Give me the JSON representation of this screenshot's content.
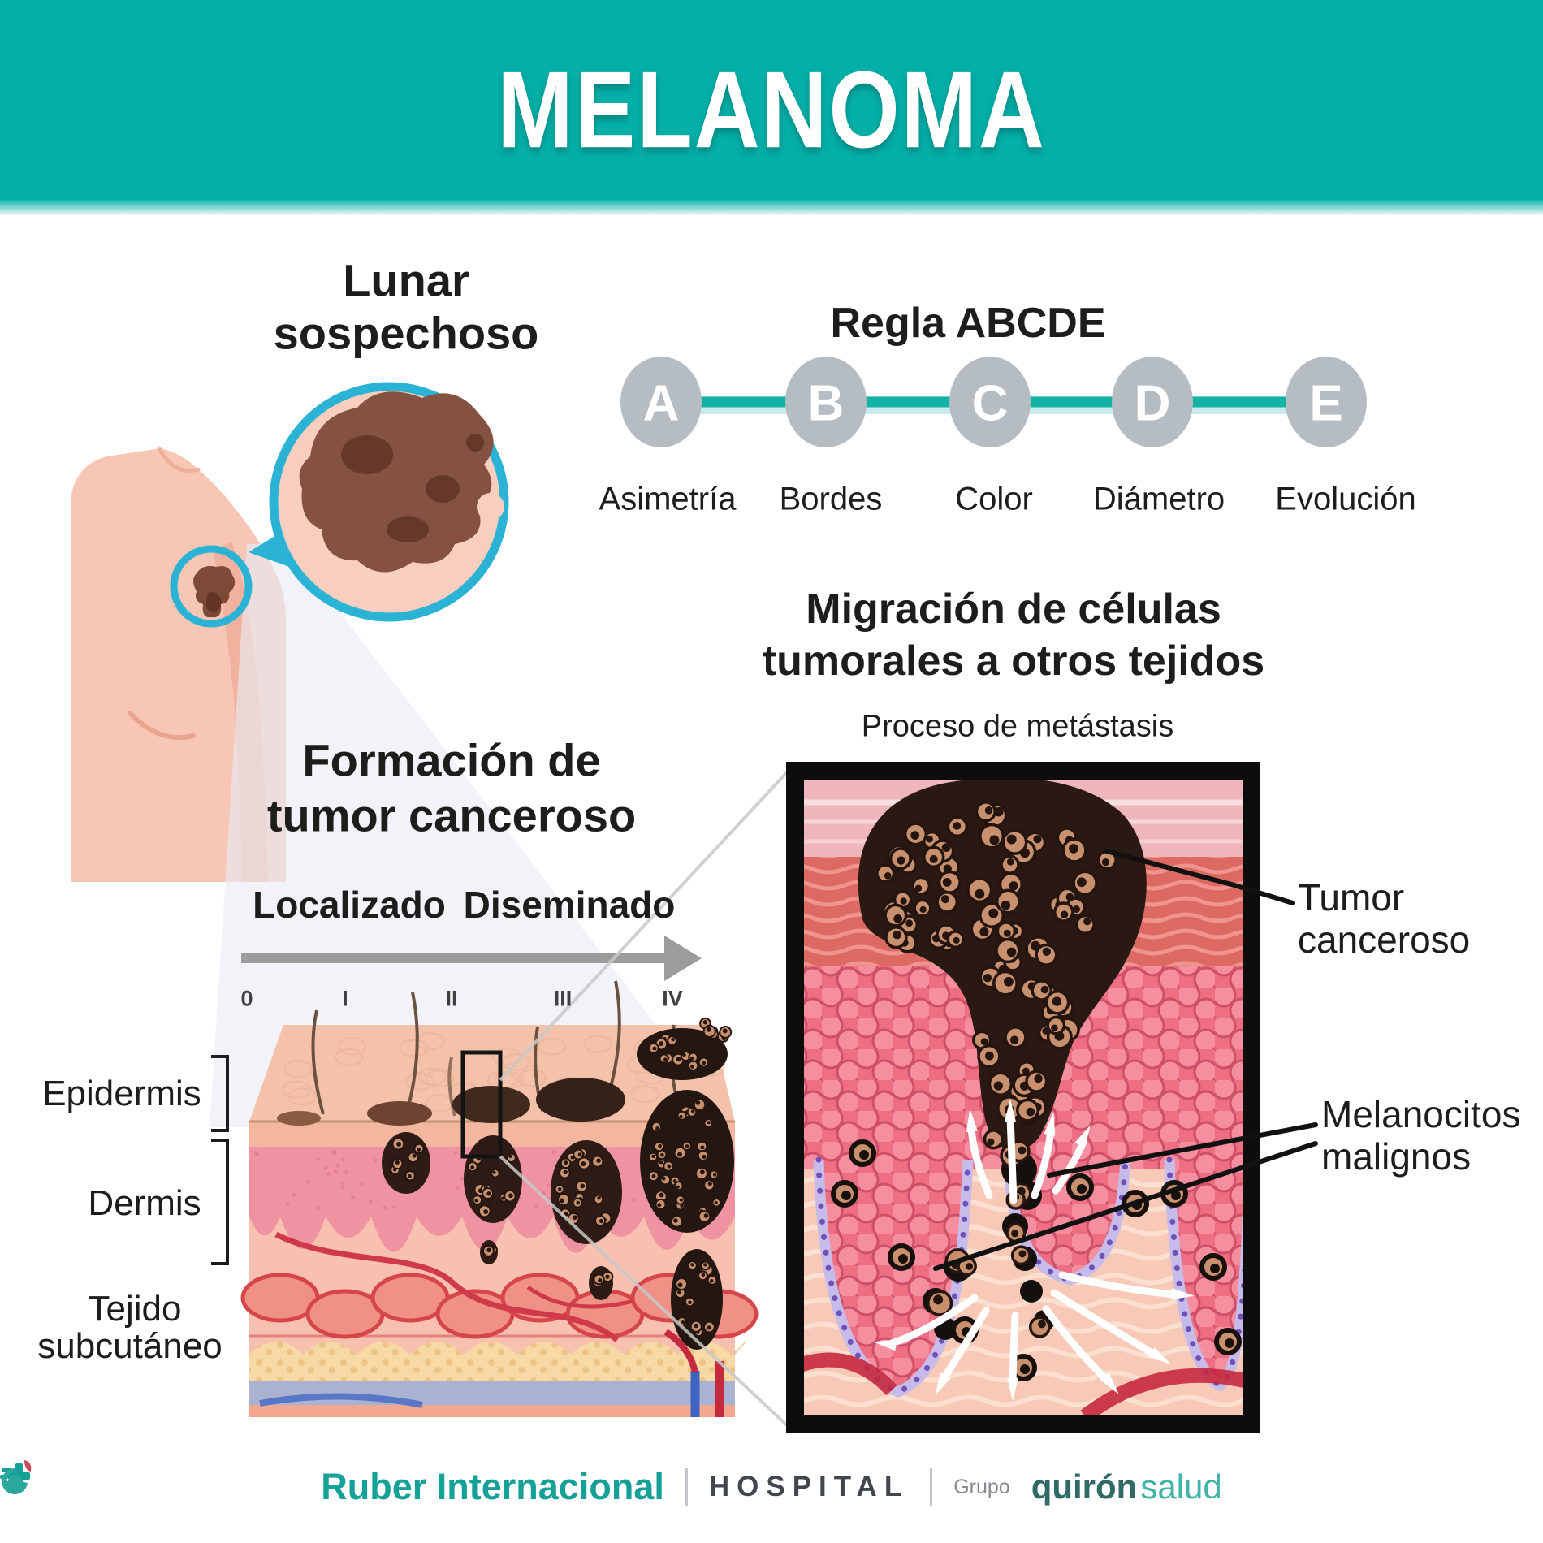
{
  "title": "MELANOMA",
  "lunar": {
    "line1": "Lunar",
    "line2": "sospechoso"
  },
  "abcde": {
    "title": "Regla ABCDE",
    "items": [
      {
        "letter": "A",
        "label": "Asimetría"
      },
      {
        "letter": "B",
        "label": "Bordes"
      },
      {
        "letter": "C",
        "label": "Color"
      },
      {
        "letter": "D",
        "label": "Diámetro"
      },
      {
        "letter": "E",
        "label": "Evolución"
      }
    ]
  },
  "migracion": {
    "line1": "Migración de células",
    "line2": "tumorales a otros tejidos",
    "subtitle": "Proceso de metástasis"
  },
  "formacion": {
    "line1": "Formación de",
    "line2": "tumor canceroso",
    "left_label": "Localizado",
    "right_label": "Diseminado",
    "stages": [
      "0",
      "I",
      "II",
      "III",
      "IV"
    ]
  },
  "skin_layers": {
    "epidermis": "Epidermis",
    "dermis": "Dermis",
    "tejido_line1": "Tejido",
    "tejido_line2": "subcutáneo"
  },
  "panel_labels": {
    "tumor_line1": "Tumor",
    "tumor_line2": "canceroso",
    "melano_line1": "Melanocitos",
    "melano_line2": "malignos"
  },
  "footer": {
    "brand": "Ruber Internacional",
    "hospital": "HOSPITAL",
    "grupo": "Grupo",
    "quiron": "quirón",
    "salud": "salud"
  },
  "colors": {
    "header_teal": "#04afa7",
    "ring_teal": "#2bb3d6",
    "link_teal": "#14b1a7",
    "circle_gray": "#b5bdc3",
    "arrow_gray": "#9c9c9c",
    "skin": "#f7c6b5",
    "mole_brown": "#855140",
    "brand_teal": "#16a198",
    "hospital_gray": "#42474e",
    "quiron_dark": "#2f6a67",
    "salud_teal": "#41b3a8"
  }
}
